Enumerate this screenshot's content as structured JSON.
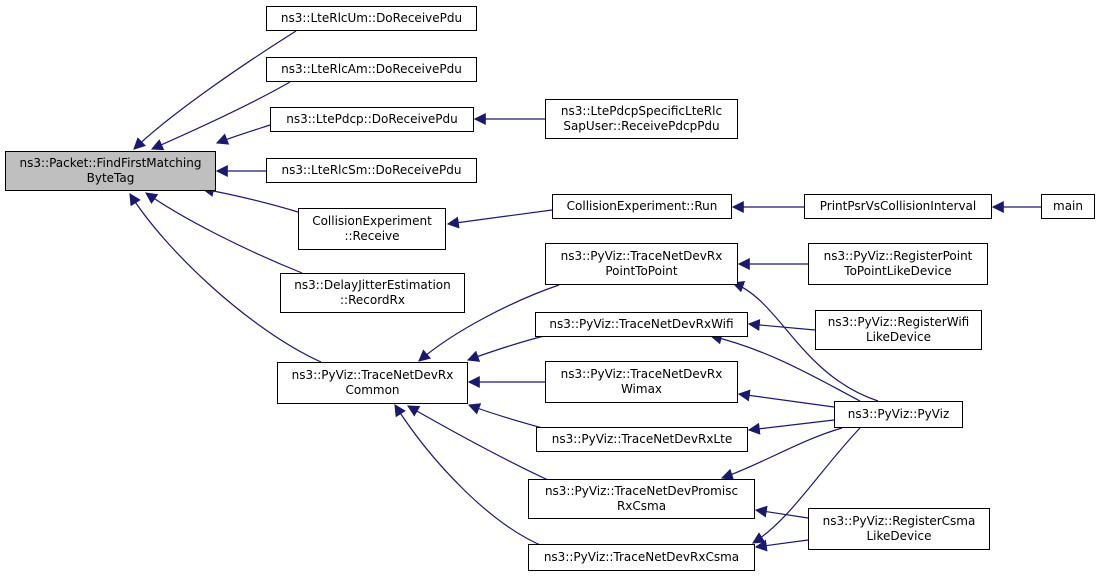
{
  "colors": {
    "edge": "#191970",
    "root_fill": "#bfbfbf",
    "node_fill": "#ffffff",
    "border": "#000000"
  },
  "nodes": {
    "root": {
      "line1": "ns3::Packet::FindFirstMatching",
      "line2": "ByteTag"
    },
    "rlcum": {
      "line1": "ns3::LteRlcUm::DoReceivePdu"
    },
    "rlcam": {
      "line1": "ns3::LteRlcAm::DoReceivePdu"
    },
    "pdcp": {
      "line1": "ns3::LtePdcp::DoReceivePdu"
    },
    "pdcpsap": {
      "line1": "ns3::LtePdcpSpecificLteRlc",
      "line2": "SapUser::ReceivePdcpPdu"
    },
    "rlcsm": {
      "line1": "ns3::LteRlcSm::DoReceivePdu"
    },
    "collrecv": {
      "line1": "CollisionExperiment",
      "line2": "::Receive"
    },
    "collrun": {
      "line1": "CollisionExperiment::Run"
    },
    "printpsr": {
      "line1": "PrintPsrVsCollisionInterval"
    },
    "main": {
      "line1": "main"
    },
    "delayjitter": {
      "line1": "ns3::DelayJitterEstimation",
      "line2": "::RecordRx"
    },
    "common": {
      "line1": "ns3::PyViz::TraceNetDevRx",
      "line2": "Common"
    },
    "p2p": {
      "line1": "ns3::PyViz::TraceNetDevRx",
      "line2": "PointToPoint"
    },
    "regp2p": {
      "line1": "ns3::PyViz::RegisterPoint",
      "line2": "ToPointLikeDevice"
    },
    "wifi": {
      "line1": "ns3::PyViz::TraceNetDevRxWifi"
    },
    "regwifi": {
      "line1": "ns3::PyViz::RegisterWifi",
      "line2": "LikeDevice"
    },
    "wimax": {
      "line1": "ns3::PyViz::TraceNetDevRx",
      "line2": "Wimax"
    },
    "pyviz": {
      "line1": "ns3::PyViz::PyViz"
    },
    "lte": {
      "line1": "ns3::PyViz::TraceNetDevRxLte"
    },
    "promisc": {
      "line1": "ns3::PyViz::TraceNetDevPromisc",
      "line2": "RxCsma"
    },
    "regcsma": {
      "line1": "ns3::PyViz::RegisterCsma",
      "line2": "LikeDevice"
    },
    "csma": {
      "line1": "ns3::PyViz::TraceNetDevRxCsma"
    }
  },
  "edges": [
    [
      "rlcum",
      "root"
    ],
    [
      "rlcam",
      "root"
    ],
    [
      "pdcp",
      "root"
    ],
    [
      "rlcsm",
      "root"
    ],
    [
      "collrecv",
      "root"
    ],
    [
      "delayjitter",
      "root"
    ],
    [
      "common",
      "root"
    ],
    [
      "pdcpsap",
      "pdcp"
    ],
    [
      "collrun",
      "collrecv"
    ],
    [
      "printpsr",
      "collrun"
    ],
    [
      "main",
      "printpsr"
    ],
    [
      "p2p",
      "common"
    ],
    [
      "wifi",
      "common"
    ],
    [
      "wimax",
      "common"
    ],
    [
      "lte",
      "common"
    ],
    [
      "promisc",
      "common"
    ],
    [
      "csma",
      "common"
    ],
    [
      "regp2p",
      "p2p"
    ],
    [
      "pyviz",
      "p2p"
    ],
    [
      "regwifi",
      "wifi"
    ],
    [
      "pyviz",
      "wifi"
    ],
    [
      "pyviz",
      "wimax"
    ],
    [
      "pyviz",
      "lte"
    ],
    [
      "pyviz",
      "promisc"
    ],
    [
      "pyviz",
      "csma"
    ],
    [
      "regcsma",
      "promisc"
    ],
    [
      "regcsma",
      "csma"
    ]
  ]
}
